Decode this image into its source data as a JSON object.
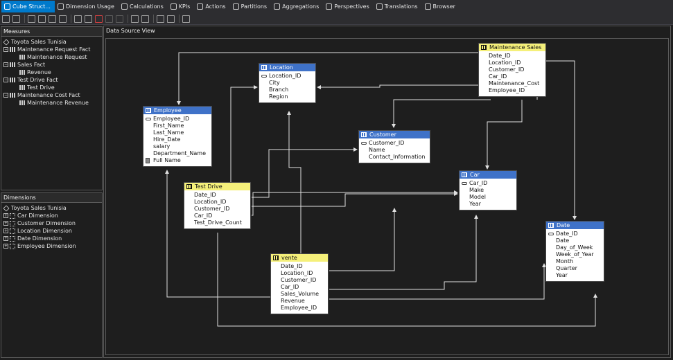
{
  "tabs": [
    {
      "label": "Cube Struct...",
      "icon": "cube-structure-icon",
      "active": true
    },
    {
      "label": "Dimension Usage",
      "icon": "dimension-usage-icon"
    },
    {
      "label": "Calculations",
      "icon": "calculations-icon"
    },
    {
      "label": "KPIs",
      "icon": "kpi-icon"
    },
    {
      "label": "Actions",
      "icon": "actions-icon"
    },
    {
      "label": "Partitions",
      "icon": "partitions-icon"
    },
    {
      "label": "Aggregations",
      "icon": "aggregations-icon"
    },
    {
      "label": "Perspectives",
      "icon": "perspectives-icon"
    },
    {
      "label": "Translations",
      "icon": "translations-icon"
    },
    {
      "label": "Browser",
      "icon": "browser-icon"
    }
  ],
  "measures": {
    "title": "Measures",
    "cube": "Toyota Sales Tunisia",
    "groups": [
      {
        "label": "Maintenance Request Fact",
        "children": [
          "Maintenance Request"
        ]
      },
      {
        "label": "Sales Fact",
        "children": [
          "Revenue"
        ]
      },
      {
        "label": "Test Drive Fact",
        "children": [
          "Test Drive"
        ]
      },
      {
        "label": "Maintenance Cost Fact",
        "children": [
          "Maintenance Revenue"
        ]
      }
    ]
  },
  "dimensions": {
    "title": "Dimensions",
    "cube": "Toyota Sales Tunisia",
    "items": [
      "Car Dimension",
      "Customer Dimension",
      "Location Dimension",
      "Date Dimension",
      "Employee Dimension"
    ]
  },
  "dsv": {
    "title": "Data Source View",
    "tables": {
      "location": {
        "name": "Location",
        "fact": false,
        "columns": [
          {
            "name": "Location_ID",
            "key": true
          },
          {
            "name": "City"
          },
          {
            "name": "Branch"
          },
          {
            "name": "Region"
          }
        ]
      },
      "maintenance": {
        "name": "Maintenance Sales",
        "fact": true,
        "columns": [
          {
            "name": "Date_ID"
          },
          {
            "name": "Location_ID"
          },
          {
            "name": "Customer_ID"
          },
          {
            "name": "Car_ID"
          },
          {
            "name": "Maintenance_Cost"
          },
          {
            "name": "Employee_ID"
          }
        ]
      },
      "employee": {
        "name": "Employee",
        "fact": false,
        "columns": [
          {
            "name": "Employee_ID",
            "key": true
          },
          {
            "name": "First_Name"
          },
          {
            "name": "Last_Name"
          },
          {
            "name": "Hire_Date"
          },
          {
            "name": "salary"
          },
          {
            "name": "Department_Name"
          },
          {
            "name": "Full Name",
            "calc": true
          }
        ]
      },
      "customer": {
        "name": "Customer",
        "fact": false,
        "columns": [
          {
            "name": "Customer_ID",
            "key": true
          },
          {
            "name": "Name"
          },
          {
            "name": "Contact_Information"
          }
        ]
      },
      "testdrive": {
        "name": "Test Drive",
        "fact": true,
        "columns": [
          {
            "name": "Date_ID"
          },
          {
            "name": "Location_ID"
          },
          {
            "name": "Customer_ID"
          },
          {
            "name": "Car_ID"
          },
          {
            "name": "Test_Drive_Count"
          }
        ]
      },
      "car": {
        "name": "Car",
        "fact": false,
        "columns": [
          {
            "name": "Car_ID",
            "key": true
          },
          {
            "name": "Make"
          },
          {
            "name": "Model"
          },
          {
            "name": "Year"
          }
        ]
      },
      "date": {
        "name": "Date",
        "fact": false,
        "columns": [
          {
            "name": "Date_ID",
            "key": true
          },
          {
            "name": "Date"
          },
          {
            "name": "Day_of_Week"
          },
          {
            "name": "Week_of_Year"
          },
          {
            "name": "Month"
          },
          {
            "name": "Quarter"
          },
          {
            "name": "Year"
          }
        ]
      },
      "vente": {
        "name": "vente",
        "fact": true,
        "columns": [
          {
            "name": "Date_ID"
          },
          {
            "name": "Location_ID"
          },
          {
            "name": "Customer_ID"
          },
          {
            "name": "Car_ID"
          },
          {
            "name": "Sales_Volume"
          },
          {
            "name": "Revenue"
          },
          {
            "name": "Employee_ID"
          }
        ]
      }
    }
  }
}
